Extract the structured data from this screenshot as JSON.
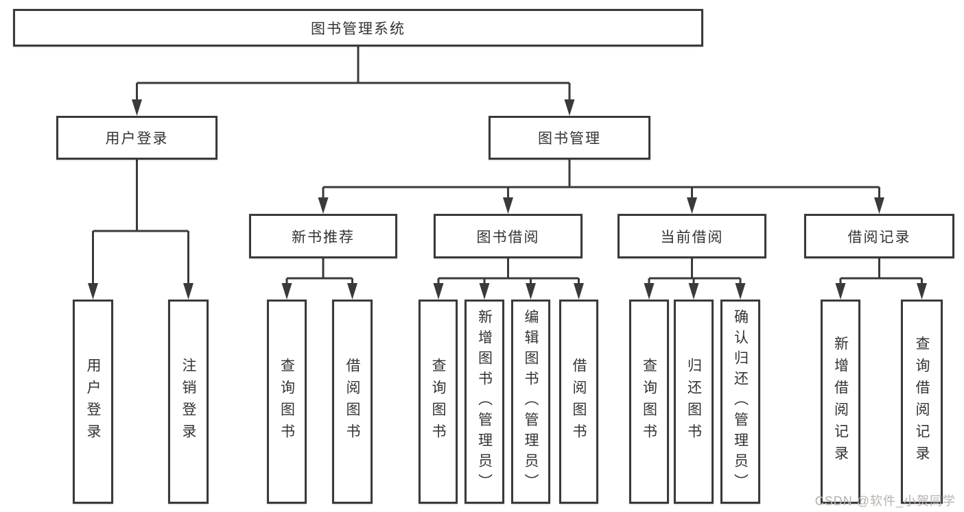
{
  "diagram": {
    "type": "hierarchy",
    "colors": {
      "line": "#3a3a3a",
      "box_border": "#3a3a3a",
      "box_fill": "#ffffff",
      "text": "#333333",
      "watermark": "#b7b1ad",
      "background": "#ffffff"
    }
  },
  "tree": {
    "root": "图书管理系统",
    "children": [
      {
        "label": "用户登录",
        "children": [
          "用户登录",
          "注销登录"
        ]
      },
      {
        "label": "图书管理",
        "children": [
          {
            "label": "新书推荐",
            "children": [
              "查询图书",
              "借阅图书"
            ]
          },
          {
            "label": "图书借阅",
            "children": [
              "查询图书",
              "新增图书（管理员）",
              "编辑图书（管理员）",
              "借阅图书"
            ]
          },
          {
            "label": "当前借阅",
            "children": [
              "查询图书",
              "归还图书",
              "确认归还（管理员）"
            ]
          },
          {
            "label": "借阅记录",
            "children": [
              "新增借阅记录",
              "查询借阅记录"
            ]
          }
        ]
      }
    ]
  },
  "watermark": {
    "text": "CSDN @软件_小贺同学"
  }
}
